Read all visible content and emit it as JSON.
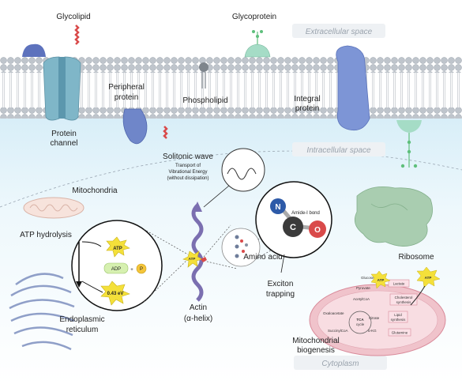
{
  "zones": {
    "extracellular": "Extracellular space",
    "intracellular": "Intracellular space",
    "cytoplasm": "Cytoplasm"
  },
  "membrane_labels": {
    "glycolipid": "Glycolipid",
    "glycoprotein": "Glycoprotein",
    "peripheral_protein_1": "Peripheral",
    "peripheral_protein_2": "protein",
    "phospholipid": "Phospholipid",
    "integral_protein_1": "Integral",
    "integral_protein_2": "protein",
    "protein_channel_1": "Protein",
    "protein_channel_2": "channel"
  },
  "cell_labels": {
    "mitochondria": "Mitochondria",
    "atp_hydrolysis": "ATP hydrolysis",
    "er_1": "Endoplasmic",
    "er_2": "reticulum",
    "actin_1": "Actin",
    "actin_2": "(α-helix)",
    "ribosome": "Ribosome",
    "mito_bio_1": "Mitochondrial",
    "mito_bio_2": "biogenesis",
    "exciton_1": "Exciton",
    "exciton_2": "trapping",
    "amino_acid": "Amino acid",
    "amide_bond": "Amide-I bond"
  },
  "solitonic": {
    "title": "Solitonic wave",
    "line1": "Transport of",
    "line2": "Vibrational Energy",
    "line3": "(without dissipation)"
  },
  "atp_cycle": {
    "atp": "ATP",
    "adp": "ADP",
    "plus": "+",
    "p": "P",
    "energy": "0.43 eV"
  },
  "atom_letters": {
    "n": "N",
    "c": "C",
    "o": "O"
  },
  "metabolism": {
    "glucose": "Glucose",
    "pyruvate": "Pyruvate",
    "acetyl_coa": "AcetylCoA",
    "oxaloacetate": "Oxaloacetate",
    "citrate": "Citrate",
    "tca_1": "TCA",
    "tca_2": "cycle",
    "succinyl_coa": "SuccinylCoA",
    "akg": "α-KG",
    "lactate": "Lactate",
    "cholesterol_1": "Cholesterol",
    "cholesterol_2": "synthesis",
    "lipid_1": "Lipid",
    "lipid_2": "synthesis",
    "glutamine": "Glutamine",
    "atp_small": "ATP",
    "atp_out": "ATP"
  },
  "colors": {
    "intracellular_bg": "#e3f3fb",
    "lipid_head": "#b9bfc6",
    "protein_blue": "#6f86c9",
    "channel_teal": "#7fb6c8",
    "glyco_green": "#7ed3a6",
    "glycolipid_red": "#d94a4a",
    "actin_purple": "#7b6fb0",
    "mito_pink": "#e7a9b4",
    "ribosome_green": "#9cc5a4",
    "atp_yellow": "#f4e03a",
    "er_blue": "#8f9fc8"
  }
}
